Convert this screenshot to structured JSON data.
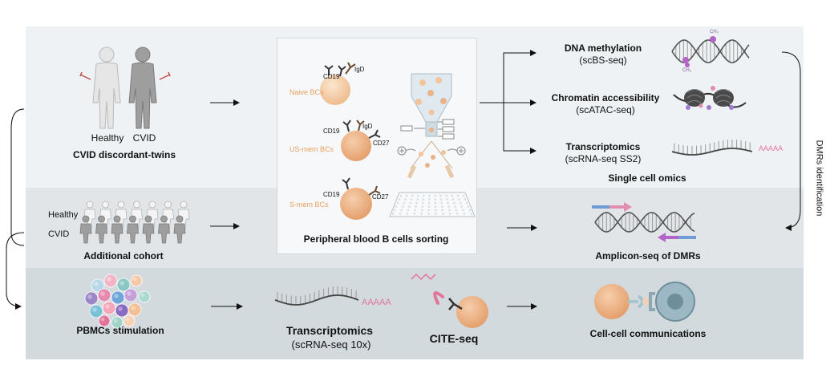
{
  "rows": {
    "row1": {
      "twins_label": "CVID discordant-twins",
      "healthy_label": "Healthy",
      "cvid_label": "CVID"
    },
    "row2": {
      "cohort_label": "Additional cohort",
      "healthy_label": "Healthy",
      "cvid_label": "CVID"
    },
    "row3": {
      "pbmc_label": "PBMCs stimulation",
      "transcriptomics_title": "Transcriptomics",
      "transcriptomics_method": "(scRNA-seq 10x)",
      "cite_seq_label": "CITE-seq",
      "cell_comm_label": "Cell-cell communications"
    }
  },
  "sorting": {
    "caption": "Peripheral blood B cells sorting",
    "subsets": [
      {
        "name": "Naive BCs",
        "markers": [
          "CD19",
          "IgD"
        ]
      },
      {
        "name": "US-mem BCs",
        "markers": [
          "CD19",
          "IgD",
          "CD27"
        ]
      },
      {
        "name": "S-mem BCs",
        "markers": [
          "CD19",
          "CD27"
        ]
      }
    ]
  },
  "omics": {
    "group_label": "Single cell omics",
    "items": [
      {
        "title": "DNA methylation",
        "method": "(scBS-seq)"
      },
      {
        "title": "Chromatin accessibility",
        "method": "(scATAC-seq)"
      },
      {
        "title": "Transcriptomics",
        "method": "(scRNA-seq SS2)"
      }
    ],
    "methyl_mark": "CH₃",
    "polya_label": "AAAAA"
  },
  "amplicon": {
    "label": "Amplicon-seq of DMRs"
  },
  "dmrs_identification": "DMRs identification",
  "row3_polya_label": "AAAAA",
  "colors": {
    "row1_bg": "#eef2f4",
    "row2_bg": "#e1e5e8",
    "row3_bg": "#d3dade",
    "cell_orange": "#f3c9a1",
    "accent_pink": "#e2749a",
    "label_orange": "#e8a061"
  }
}
